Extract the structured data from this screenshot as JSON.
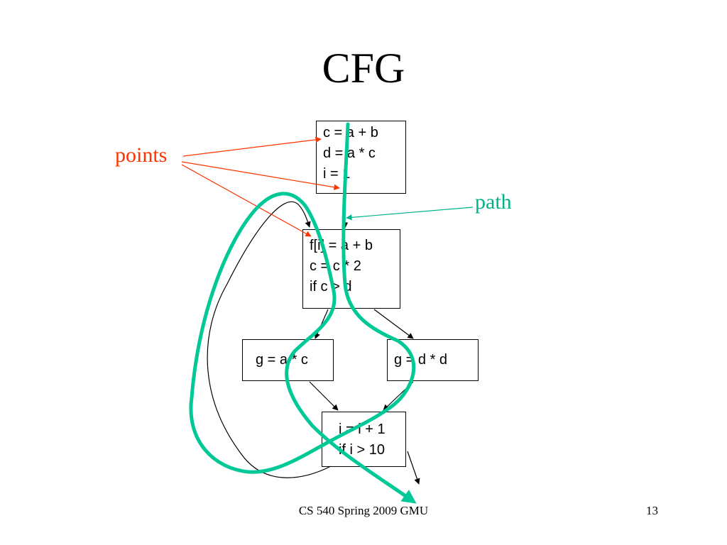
{
  "slide": {
    "title": "CFG",
    "footer": "CS 540 Spring 2009 GMU",
    "page_number": "13"
  },
  "diagram": {
    "blocks": [
      {
        "id": "b1",
        "lines": [
          "c = a + b",
          "d = a * c",
          "i = 1"
        ]
      },
      {
        "id": "b2",
        "lines": [
          "f[i] = a + b",
          "c = c * 2",
          "if c > d"
        ]
      },
      {
        "id": "b3",
        "lines": [
          "g = a * c"
        ]
      },
      {
        "id": "b4",
        "lines": [
          "g = d * d"
        ]
      },
      {
        "id": "b5",
        "lines": [
          "i = i + 1",
          "if i > 10"
        ]
      }
    ],
    "annotations": {
      "points_label": "points",
      "path_label": "path"
    },
    "colors": {
      "points": "#ff3300",
      "path": "#00b388",
      "edges": "#000000"
    }
  }
}
